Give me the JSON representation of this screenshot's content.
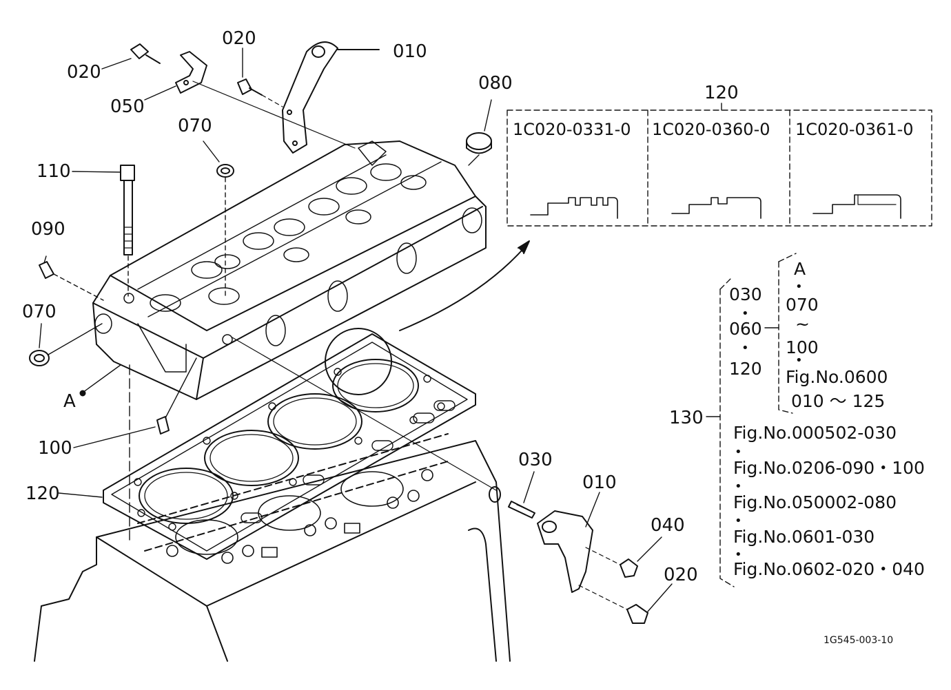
{
  "callouts": {
    "c010_top": "010",
    "c020_top_left": "020",
    "c020_top_mid": "020",
    "c050": "050",
    "c070_top": "070",
    "c080": "080",
    "c110": "110",
    "c090": "090",
    "c070_left": "070",
    "c_a": "A",
    "c100": "100",
    "c120_left": "120",
    "c030": "030",
    "c010_bottom": "010",
    "c040": "040",
    "c020_bottom": "020",
    "c130": "130"
  },
  "gasket_options": {
    "group_label": "120",
    "parts": [
      "1C020-0331-0",
      "1C020-0360-0",
      "1C020-0361-0"
    ]
  },
  "set_notes": {
    "inner": [
      "030",
      "060",
      "120"
    ],
    "bracket": [
      "A",
      "070",
      "~",
      "100",
      "Fig.No.0600",
      "010 ～ 125"
    ],
    "figs": [
      "Fig.No.000502-030",
      "Fig.No.0206-090・100",
      "Fig.No.050002-080",
      "Fig.No.0601-030",
      "Fig.No.0602-020・040"
    ]
  },
  "drawing_id": "1G545-003-10"
}
